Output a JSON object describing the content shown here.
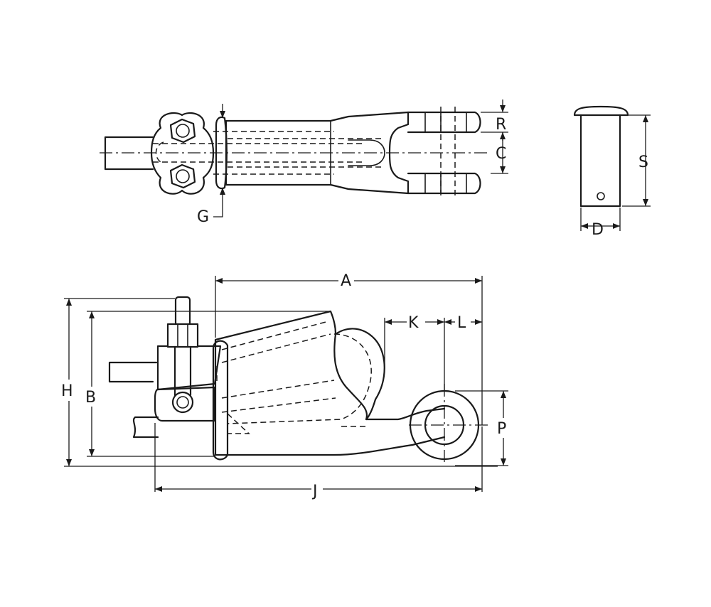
{
  "labels": {
    "R": "R",
    "C": "C",
    "G": "G",
    "S": "S",
    "D": "D",
    "A": "A",
    "K": "K",
    "L": "L",
    "H": "H",
    "B": "B",
    "P": "P",
    "J": "J"
  }
}
